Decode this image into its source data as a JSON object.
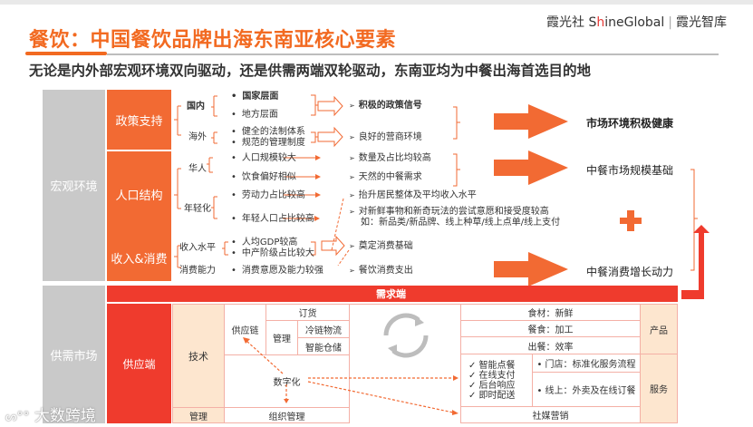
{
  "header": {
    "title": "餐饮：中国餐饮品牌出海东南亚核心要素",
    "brand": {
      "part1": "霞光社 S",
      "highlight": "h",
      "part2": "ineGlobal",
      "separator": "|",
      "part3": "霞光智库"
    },
    "subtitle": "无论是内外部宏观环境双向驱动，还是供需两端双轮驱动，东南亚均为中餐出海首选目的地"
  },
  "macro": {
    "label": "宏观环境",
    "categories": [
      {
        "label": "政策支持",
        "groups": [
          {
            "label": "国内",
            "items": [
              "国家层面",
              "地方层面"
            ]
          },
          {
            "label": "海外",
            "items": [
              "健全的法制体系",
              "规范的管理制度"
            ]
          }
        ],
        "effects": [
          "积极的政策信号",
          "良好的营商环境"
        ],
        "result": "市场环境积极健康"
      },
      {
        "label": "人口结构",
        "groups": [
          {
            "label": "华人",
            "items": [
              "人口规模较大",
              "饮食偏好相似"
            ]
          },
          {
            "label": "年轻化",
            "items": [
              "劳动力占比较高",
              "年轻人口占比较高"
            ]
          }
        ],
        "effects": [
          "数量及占比均较高",
          "天然的中餐需求",
          "抬升居民整体及平均收入水平",
          "对新鲜事物和新奇玩法的尝试意愿和接受度较高",
          "如：新品类/新品牌、线上种草/线上点单/线上支付"
        ],
        "result": "中餐市场规模基础"
      },
      {
        "label": "收入&消费",
        "groups": [
          {
            "label": "收入水平",
            "items": [
              "人均GDP较高",
              "中产阶级占比较大"
            ]
          },
          {
            "label": "消费能力",
            "items": [
              "消费意愿及能力较强"
            ]
          }
        ],
        "effects": [
          "奠定消费基础",
          "餐饮消费支出"
        ],
        "result": "中餐消费增长动力"
      }
    ],
    "plus_symbol": "+"
  },
  "supply_demand": {
    "label": "供需市场",
    "demand_header": "需求端",
    "supply_label": "供应端",
    "tech_label": "技术",
    "mgmt_label": "管理",
    "supply_chain": "供应链",
    "supply_chain_mgmt": "管理",
    "order": "订货",
    "cold_chain": "冷链物流",
    "smart_storage": "智能仓储",
    "digitalization": "数字化",
    "org_mgmt": "组织管理",
    "product_rows": [
      "食材：新鲜",
      "餐食：加工",
      "出餐：效率"
    ],
    "product_label": "产品",
    "digital_checks": [
      "✓ 智能点餐",
      "✓ 在线支付",
      "✓ 后台响应",
      "✓ 即时配送"
    ],
    "service_items": [
      "•  门店：标准化服务流程",
      "•  线上：外卖及在线订餐"
    ],
    "service_label": "服务",
    "social_marketing": "社媒营销"
  },
  "watermark": "大数跨境",
  "colors": {
    "accent": "#f26a21",
    "box_orange": "#f26a33",
    "red": "#ef3b2d",
    "gray": "#c9c9c9",
    "peach": "#fde6cf"
  }
}
